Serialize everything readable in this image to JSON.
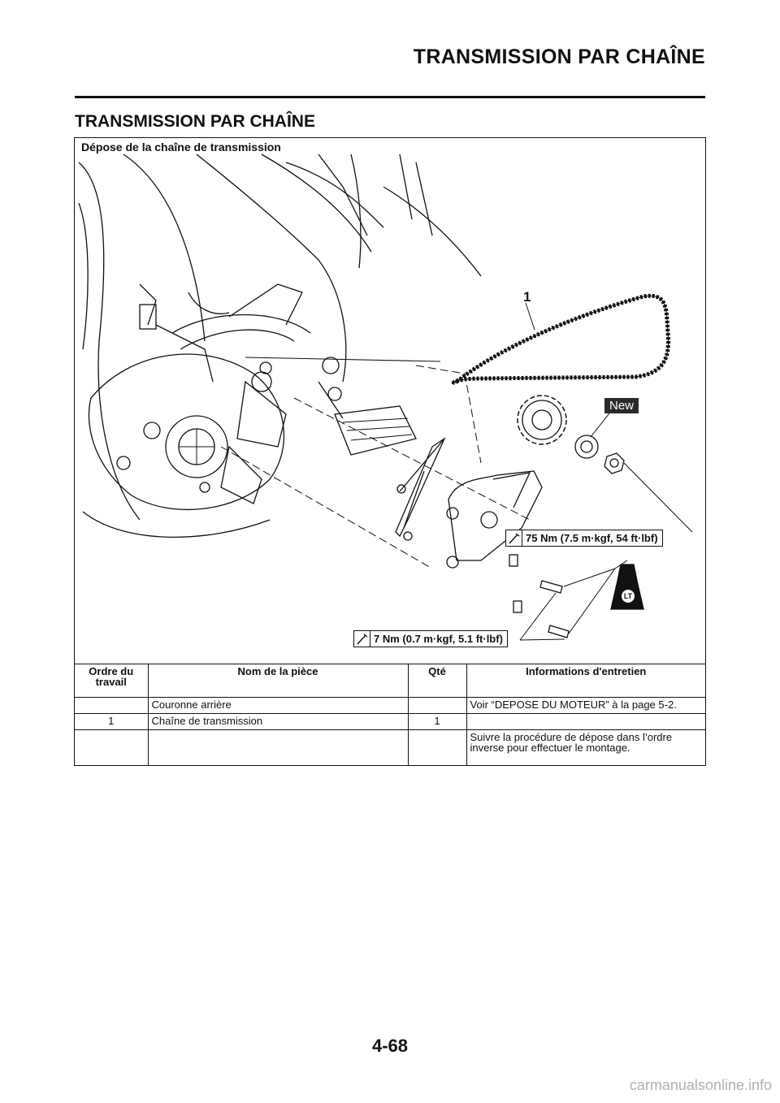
{
  "header": {
    "title": "TRANSMISSION PAR CHAÎNE"
  },
  "section": {
    "title": "TRANSMISSION PAR CHAÎNE"
  },
  "diagram": {
    "caption": "Dépose de la chaîne de transmission",
    "callout_1": "1",
    "new_badge": "New",
    "lt_badge": "LT",
    "torque_upper": "75 Nm (7.5 m·kgf, 54 ft·lbf)",
    "torque_lower": "7 Nm (0.7 m·kgf, 5.1 ft·lbf)",
    "icons": [
      "wrench-icon",
      "loctite-icon"
    ]
  },
  "table": {
    "headers": [
      "Ordre du travail",
      "Nom de la pièce",
      "Qté",
      "Informations d'entretien"
    ],
    "rows": [
      [
        "",
        "Couronne arrière",
        "",
        "Voir “DEPOSE DU MOTEUR” à la page 5-2."
      ],
      [
        "1",
        "Chaîne de transmission",
        "1",
        ""
      ],
      [
        "",
        "",
        "",
        "Suivre la procédure de dépose dans l’ordre inverse pour effectuer le montage."
      ]
    ]
  },
  "footer": {
    "page_number": "4-68",
    "watermark": "carmanualsonline.info"
  }
}
